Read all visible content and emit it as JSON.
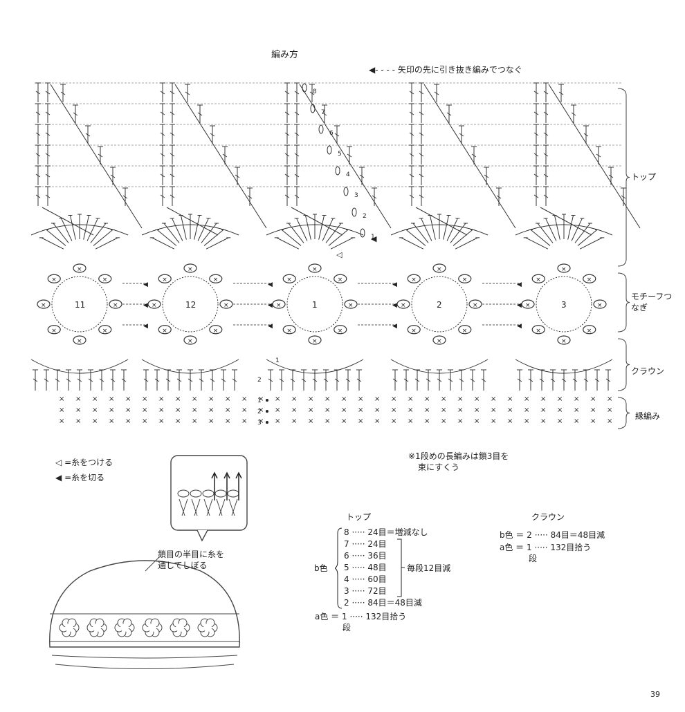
{
  "chart_title": "編み方",
  "arrow_note": "矢印の先に引き抜き編みでつなぐ",
  "section_labels": {
    "top": "トップ",
    "motif_join": "モチーフつなぎ",
    "crown": "クラウン",
    "edging": "縁編み"
  },
  "motif_numbers": [
    "11",
    "12",
    "1",
    "2",
    "3"
  ],
  "top_row_numbers": [
    "8",
    "7",
    "6",
    "5",
    "4",
    "3",
    "2",
    "1"
  ],
  "crown_row_numbers": [
    "1",
    "2"
  ],
  "edging_row_numbers": [
    "1",
    "2",
    "3"
  ],
  "legend": {
    "attach_yarn": "=糸をつける",
    "cut_yarn": "=糸を切る"
  },
  "footnote": {
    "line1": "※1段めの長編みは鎖3目を",
    "line2": "束にすくう"
  },
  "hat_note": {
    "line1": "鎖目の半目に糸を",
    "line2": "通してしぼる"
  },
  "top_table": {
    "heading": "トップ",
    "color_b": "b色",
    "color_a": "a色 ＝ 1",
    "row_word": "段",
    "rows": [
      {
        "row": "8",
        "count": "24目＝増減なし"
      },
      {
        "row": "7",
        "count": "24目"
      },
      {
        "row": "6",
        "count": "36目"
      },
      {
        "row": "5",
        "count": "48目"
      },
      {
        "row": "4",
        "count": "60目"
      },
      {
        "row": "3",
        "count": "72目"
      },
      {
        "row": "2",
        "count": "84目＝48目減"
      }
    ],
    "bracket_note": "毎段12目減",
    "a_count": "132目拾う"
  },
  "crown_table": {
    "heading": "クラウン",
    "b_line": "b色 ＝ 2",
    "b_count": "84目＝48目減",
    "a_line": "a色 ＝ 1",
    "row_word": "段",
    "a_count": "132目拾う"
  },
  "page_number": "39"
}
